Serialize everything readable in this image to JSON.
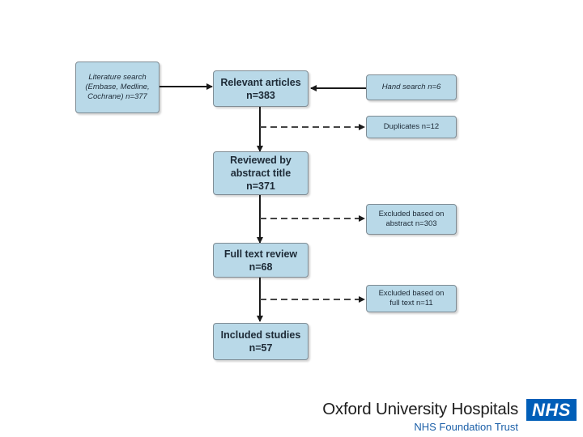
{
  "flowchart": {
    "lit_search": "Literature search\n(Embase, Medline,\nCochrane) n=377",
    "relevant": "Relevant articles\nn=383",
    "hand_search": "Hand search n=6",
    "duplicates": "Duplicates n=12",
    "reviewed": "Reviewed by\nabstract title\nn=371",
    "excluded_abstract": "Excluded based on\nabstract n=303",
    "full_text": "Full text review\nn=68",
    "excluded_full": "Excluded based on\nfull text n=11",
    "included": "Included studies\nn=57"
  },
  "footer": {
    "org_name": "Oxford University Hospitals",
    "trust_name": "NHS Foundation Trust",
    "logo_text": "NHS"
  },
  "colors": {
    "box_fill": "#b9d9e8",
    "box_border": "#7f8c94",
    "nhs_blue": "#005eb8"
  }
}
